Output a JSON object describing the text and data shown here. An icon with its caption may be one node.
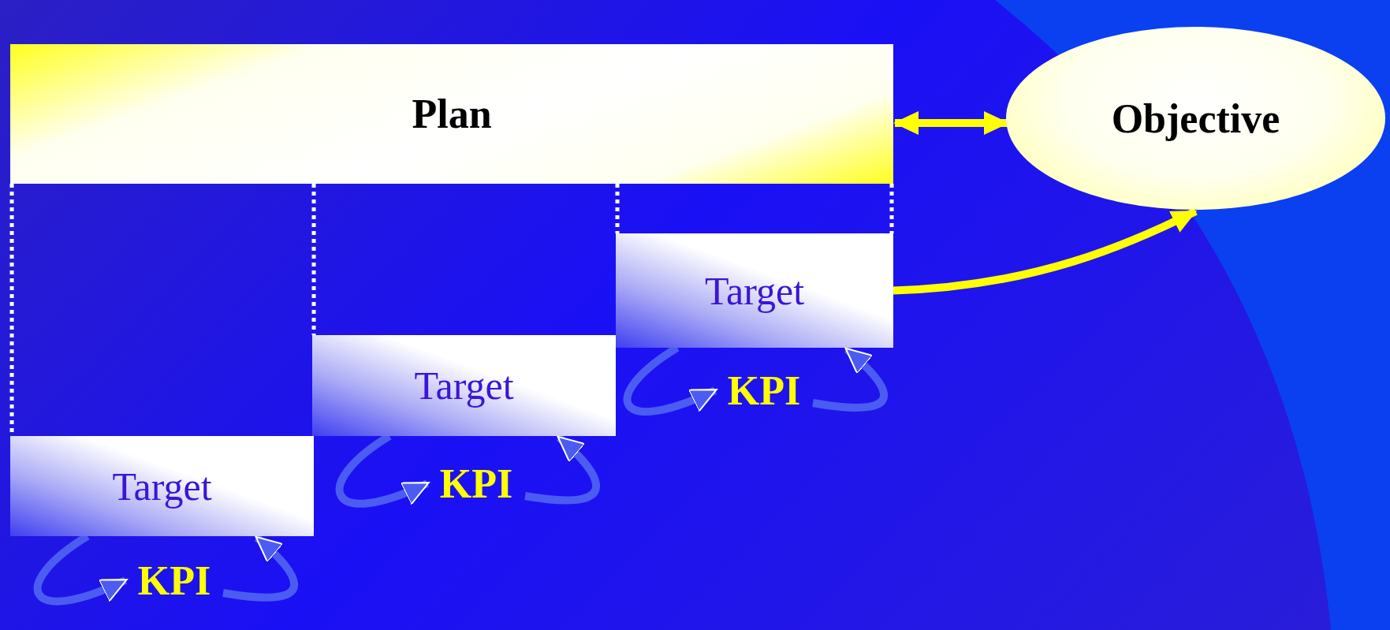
{
  "diagram": {
    "nodes": [
      {
        "text": [
          "Plan"
        ]
      },
      {
        "text": [
          "Objective"
        ]
      },
      {
        "text": [
          "Target"
        ]
      },
      {
        "text": [
          "Target"
        ]
      },
      {
        "text": [
          "Target"
        ]
      },
      {
        "text": [
          "KPI"
        ]
      },
      {
        "text": [
          "KPI"
        ]
      },
      {
        "text": [
          "KPI"
        ]
      }
    ],
    "edges": [
      {
        "from": 0,
        "to": 1,
        "arrow": "both",
        "color": "#ffff00"
      },
      {
        "from": 2,
        "to": 1,
        "arrow": "to",
        "color": "#ffff00"
      },
      {
        "from": 0,
        "to": 4,
        "arrow": "none",
        "style": "dashed",
        "color": "#ffffff"
      },
      {
        "from": 0,
        "to": 3,
        "arrow": "none",
        "style": "dashed",
        "color": "#ffffff"
      },
      {
        "from": 0,
        "to": 2,
        "arrow": "none",
        "style": "dashed",
        "color": "#ffffff"
      },
      {
        "from": 0,
        "to": 2,
        "arrow": "none",
        "style": "dashed",
        "color": "#ffffff"
      },
      {
        "from": 2,
        "to": 5,
        "arrow": "to",
        "color": "#4b5cf2"
      },
      {
        "from": 5,
        "to": 2,
        "arrow": "to",
        "color": "#4b5cf2"
      },
      {
        "from": 3,
        "to": 6,
        "arrow": "to",
        "color": "#4b5cf2"
      },
      {
        "from": 6,
        "to": 3,
        "arrow": "to",
        "color": "#4b5cf2"
      },
      {
        "from": 4,
        "to": 7,
        "arrow": "to",
        "color": "#4b5cf2"
      },
      {
        "from": 7,
        "to": 4,
        "arrow": "to",
        "color": "#4b5cf2"
      }
    ]
  }
}
